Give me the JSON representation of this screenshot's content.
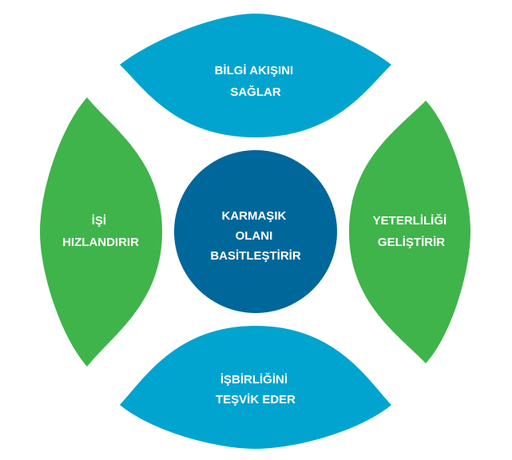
{
  "colors": {
    "blue_petal": "#00a4cf",
    "green_petal": "#3fb44a",
    "center_circle": "#00679b",
    "text": "#ffffff"
  },
  "center": {
    "lines": [
      "KARMAŞIK",
      "OLANI",
      "BASİTLEŞTİRİR"
    ]
  },
  "petals": {
    "top": {
      "lines": [
        "BİLGİ AKIŞINI",
        "SAĞLAR"
      ]
    },
    "right": {
      "lines": [
        "YETERLİLİĞİ",
        "GELİŞTİRİR"
      ]
    },
    "bottom": {
      "lines": [
        "İŞBİRLİĞİNİ",
        "TEŞVİK EDER"
      ]
    },
    "left": {
      "lines": [
        "İŞİ",
        "HIZLANDIRIR"
      ]
    }
  }
}
